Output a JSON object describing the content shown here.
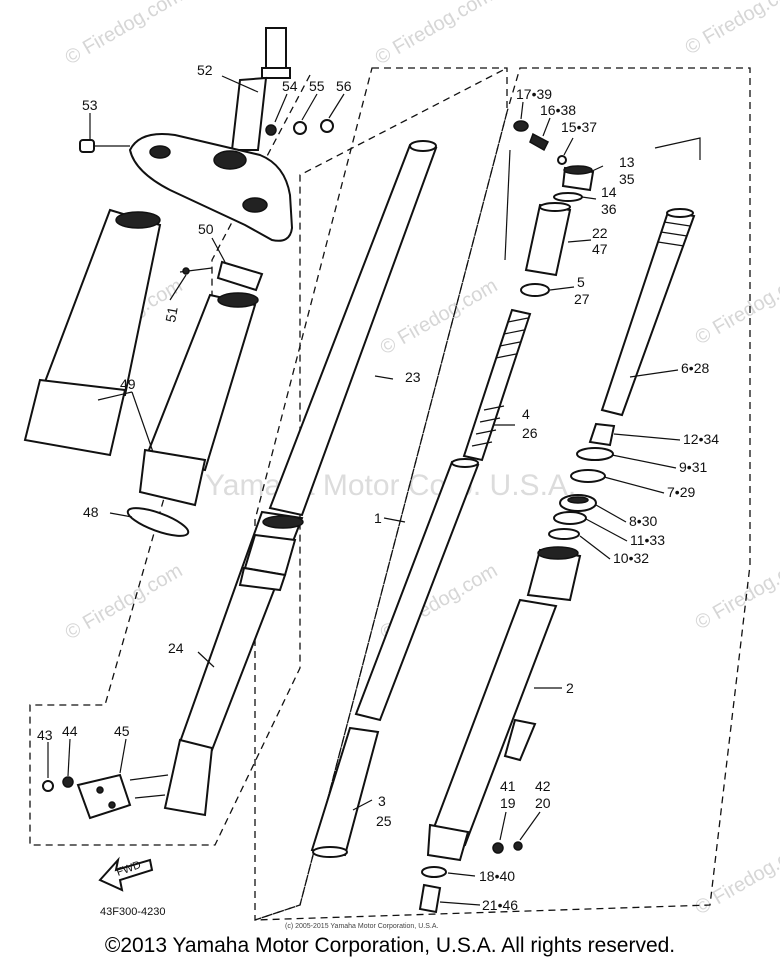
{
  "watermarks": {
    "site": "© Firedog.com",
    "big": "Yamaha Motor Corp. U.S.A."
  },
  "labels": {
    "p52": "52",
    "p53": "53",
    "p54": "54",
    "p55": "55",
    "p56": "56",
    "p50": "50",
    "p51": "51",
    "p49": "49",
    "p48": "48",
    "p24": "24",
    "p43": "43",
    "p44": "44",
    "p45": "45",
    "p23": "23",
    "p1": "1",
    "p3": "3",
    "p25": "25",
    "p17_39": "17•39",
    "p16_38": "16•38",
    "p15_37": "15•37",
    "p13": "13",
    "p35": "35",
    "p14": "14",
    "p36": "36",
    "p22": "22",
    "p47": "47",
    "p5": "5",
    "p27": "27",
    "p4": "4",
    "p26": "26",
    "p6_28": "6•28",
    "p12_34": "12•34",
    "p9_31": "9•31",
    "p7_29": "7•29",
    "p8_30": "8•30",
    "p11_33": "11•33",
    "p10_32": "10•32",
    "p2": "2",
    "p41": "41",
    "p19": "19",
    "p42": "42",
    "p20": "20",
    "p18_40": "18•40",
    "p21_46": "21•46"
  },
  "fwd_label": "FWD",
  "diagram_code": "43F300-4230",
  "small_copyright": "(c) 2005-2015 Yamaha Motor Corporation, U.S.A.",
  "footer": "©2013 Yamaha Motor Corporation, U.S.A. All rights reserved."
}
